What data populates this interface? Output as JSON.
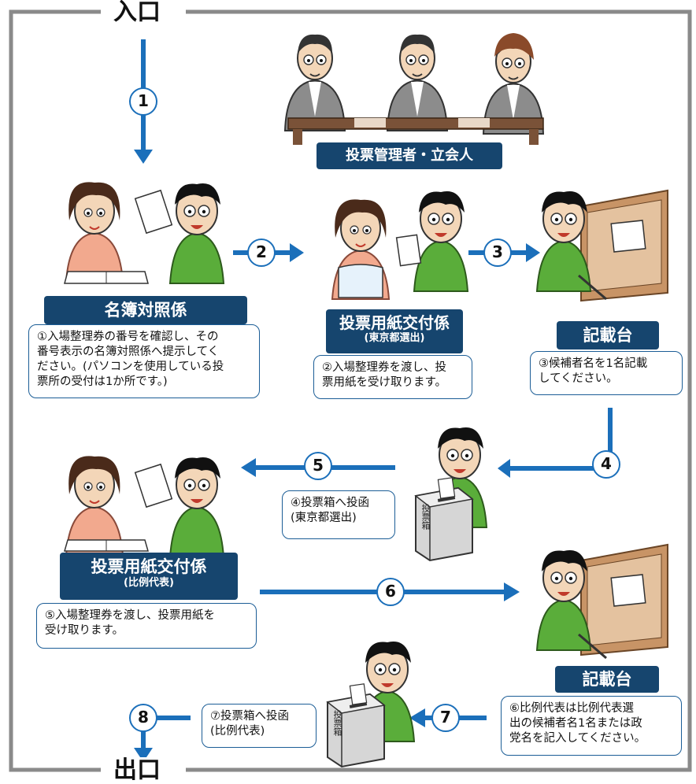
{
  "entrance": "入口",
  "exit": "出口",
  "steps": [
    "1",
    "2",
    "3",
    "4",
    "5",
    "6",
    "7",
    "8"
  ],
  "officials_label": "投票管理者・立会人",
  "roster_desk": {
    "title": "名簿対照係",
    "note": "①入場整理券の番号を確認し、その\n番号表示の名簿対照係へ提示してく\nださい。(パソコンを使用している投\n票所の受付は1か所です。)"
  },
  "ballot_desk_tokyo": {
    "title": "投票用紙交付係",
    "subtitle": "(東京都選出)",
    "note": "②入場整理券を渡し、投\n票用紙を受け取ります。"
  },
  "writing_table_1": {
    "title": "記載台",
    "note": "③候補者名を1名記載\nしてください。"
  },
  "ballot_box_tokyo_note": "④投票箱へ投函\n(東京都選出)",
  "ballot_desk_pr": {
    "title": "投票用紙交付係",
    "subtitle": "(比例代表)",
    "note": "⑤入場整理券を渡し、投票用紙を\n受け取ります。"
  },
  "writing_table_2": {
    "title": "記載台",
    "note": "⑥比例代表は比例代表選\n出の候補者名1名または政\n党名を記入してください。"
  },
  "ballot_box_pr_note": "⑦投票箱へ投函\n(比例代表)",
  "ballot_box_label": "投票箱",
  "colors": {
    "arrow": "#1b6fba",
    "header": "#16456e",
    "border": "#888888",
    "shirt_green": "#5aad3a",
    "skin": "#f3d6b8"
  }
}
